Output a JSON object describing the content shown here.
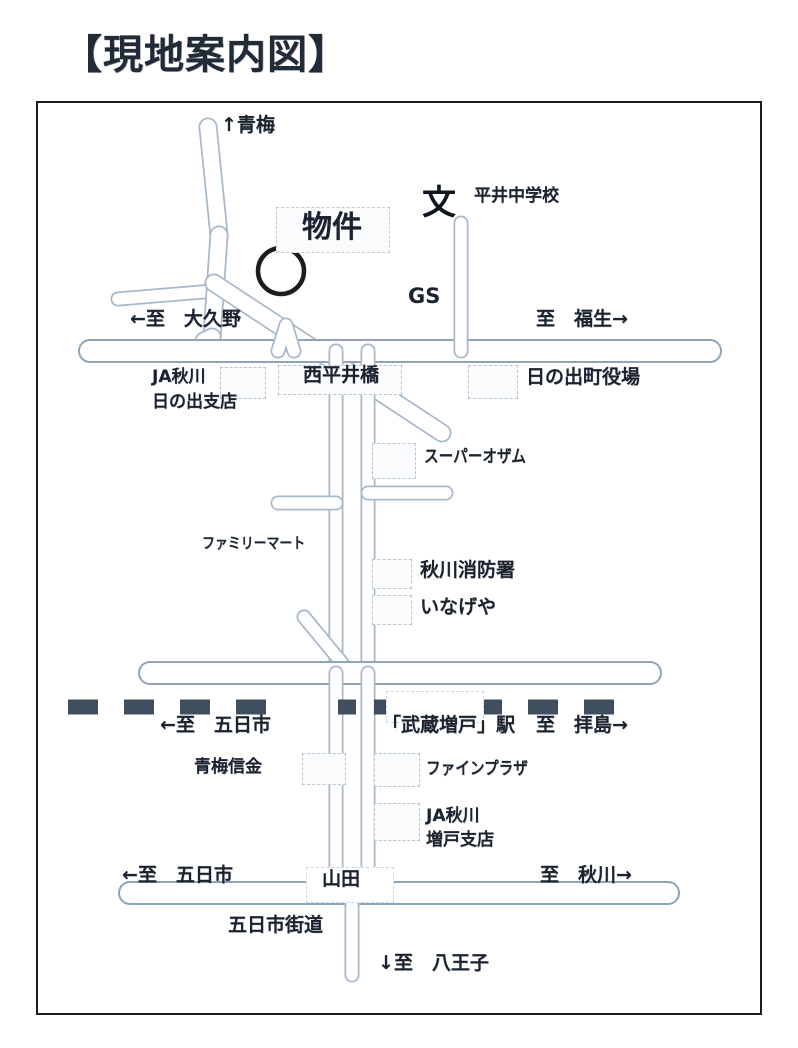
{
  "page": {
    "title": "【現地案内図】",
    "background_color": "#ffffff",
    "frame_color": "#1d1d1d"
  },
  "map": {
    "road_outline_color": "#9fb2c6",
    "road_fill_color": "#ffffff",
    "railway_color": "#3e4e5e",
    "marker_color": "#1c1c1c",
    "property_marker": "circle",
    "directions": {
      "north": "↑青梅",
      "west_upper": "←至　大久野",
      "east_upper": "至　福生→",
      "west_rail": "←至　五日市",
      "east_rail": "至　拝島→",
      "west_lower": "←至　五日市",
      "east_lower": "至　秋川→",
      "south": "↓至　八王子"
    },
    "labels": {
      "property": "物件",
      "school_symbol": "文",
      "school_name": "平井中学校",
      "gas_station": "GS",
      "ja_akigawa_hinode": "JA秋川\n日の出支店",
      "ja_akigawa_hinode_line1": "JA秋川",
      "ja_akigawa_hinode_line2": "日の出支店",
      "bridge": "西平井橋",
      "town_hall": "日の出町役場",
      "supermarket_ozam": "スーパーオザム",
      "family_mart": "ファミリーマート",
      "fire_station": "秋川消防署",
      "inageya": "いなげや",
      "station": "「武蔵増戸」駅",
      "ome_shinkin": "青梅信金",
      "fine_plaza": "ファインプラザ",
      "ja_akigawa_masuko_line1": "JA秋川",
      "ja_akigawa_masuko_line2": "増戸支店",
      "intersection_yamada": "山田",
      "itsukaichi_kaido": "五日市街道"
    }
  }
}
